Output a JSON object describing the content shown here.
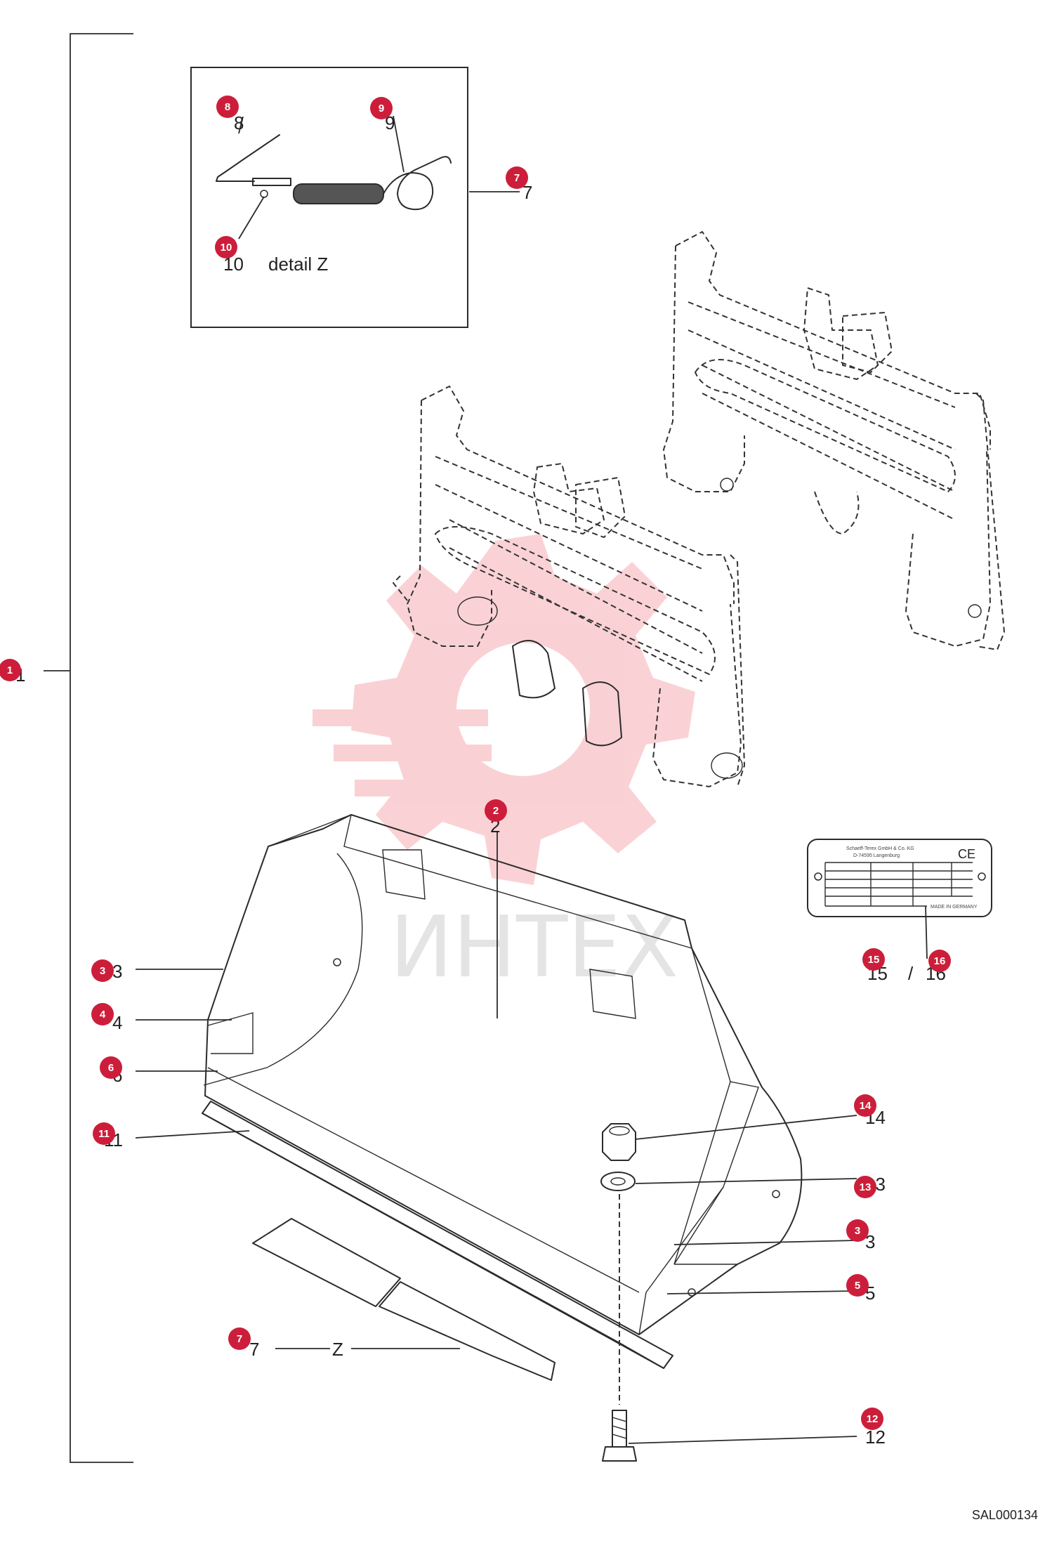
{
  "detail_box": {
    "label": "detail Z",
    "numbers": {
      "n8": "8",
      "n9": "9",
      "n10": "10",
      "n7": "7"
    }
  },
  "callouts": {
    "c1": "1",
    "c2": "2",
    "c3a": "3",
    "c4": "4",
    "c6": "6",
    "c11": "11",
    "c14": "14",
    "c13": "13",
    "c3b": "3",
    "c5": "5",
    "c7": "7",
    "z": "Z",
    "c12": "12",
    "c15": "15",
    "slash": "/",
    "c16": "16"
  },
  "badges": {
    "b1": "1",
    "b2": "2",
    "b3a": "3",
    "b4": "4",
    "b6": "6",
    "b11": "11",
    "b14": "14",
    "b13": "13",
    "b3b": "3",
    "b5": "5",
    "b7a": "7",
    "b12": "12",
    "b15": "15",
    "b16": "16",
    "b8": "8",
    "b9": "9",
    "b10": "10",
    "b7b": "7"
  },
  "nameplate": {
    "ce_mark": "CE",
    "maker_line": "Schaeff-Terex GmbH & Co. KG",
    "address_line": "D-74595 Langenburg",
    "made_in": "MADE IN GERMANY"
  },
  "watermark": {
    "text": "ИНТЕХ",
    "color": "#e8333f"
  },
  "footer": {
    "code": "SAL000134"
  },
  "colors": {
    "badge": "#cc1e3a",
    "line": "#2b2b2b"
  }
}
